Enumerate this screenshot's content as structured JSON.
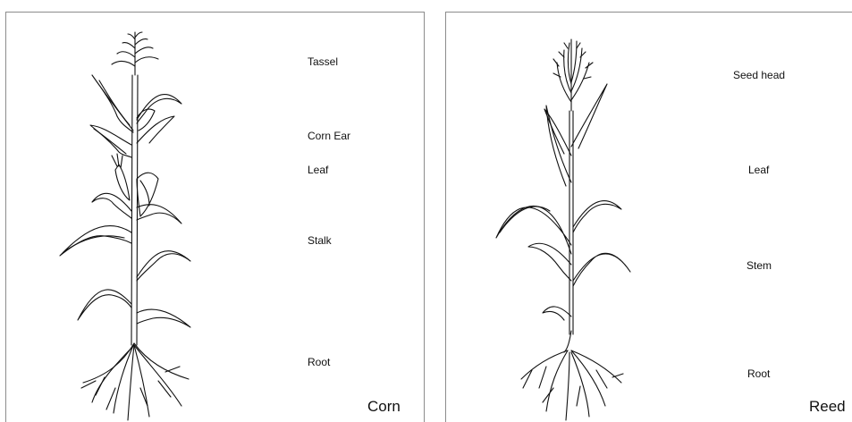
{
  "corn": {
    "title": "Corn",
    "labels": {
      "tassel": "Tassel",
      "ear": "Corn Ear",
      "leaf": "Leaf",
      "stalk": "Stalk",
      "root": "Root"
    }
  },
  "reed": {
    "title": "Reed",
    "labels": {
      "seed_head": "Seed head",
      "leaf": "Leaf",
      "stem": "Stem",
      "root": "Root"
    }
  },
  "colors": {
    "ink": "#111111",
    "frame": "#8c8c8c",
    "background": "#ffffff"
  }
}
